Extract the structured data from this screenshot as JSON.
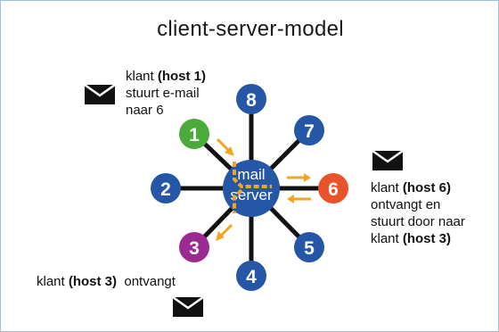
{
  "title": "client-server-model",
  "server": {
    "line1": "mail",
    "line2": "server"
  },
  "hosts": [
    {
      "id": "1",
      "color": "#4aaa3a"
    },
    {
      "id": "2",
      "color": "#2656a6"
    },
    {
      "id": "3",
      "color": "#9b2b90"
    },
    {
      "id": "4",
      "color": "#2656a6"
    },
    {
      "id": "5",
      "color": "#2656a6"
    },
    {
      "id": "6",
      "color": "#e8532a"
    },
    {
      "id": "7",
      "color": "#2656a6"
    },
    {
      "id": "8",
      "color": "#2656a6"
    }
  ],
  "colors": {
    "server": "#2656a6",
    "arrow": "#f2a51e",
    "spoke": "#111111"
  },
  "annotations": {
    "host1": {
      "klant": "klant",
      "host": "(host 1)",
      "line2": "stuurt e-mail",
      "line3": "naar 6"
    },
    "host6": {
      "klant": "klant",
      "host": "(host 6)",
      "line2": "ontvangt en",
      "line3": "stuurt door naar",
      "klant2": "klant",
      "host2": "(host 3)"
    },
    "host3": {
      "klant": "klant",
      "host": "(host 3)",
      "rest": "ontvangt"
    }
  },
  "icons": [
    "envelope-icon",
    "envelope-icon",
    "envelope-icon"
  ]
}
